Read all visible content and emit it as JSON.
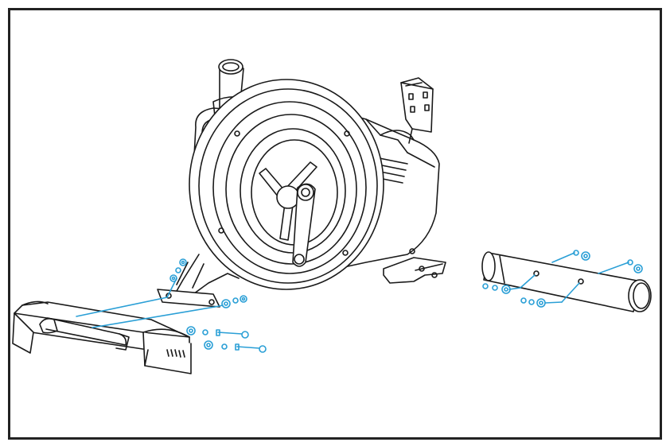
{
  "diagram": {
    "colors": {
      "line": "#1a1a1a",
      "hardware": "#2a9fd6",
      "border": "#222222",
      "background": "#ffffff"
    },
    "parts": [
      "main-frame",
      "flywheel",
      "crank-arm",
      "front-stabilizer",
      "rear-stabilizer",
      "bolts",
      "washers"
    ]
  }
}
